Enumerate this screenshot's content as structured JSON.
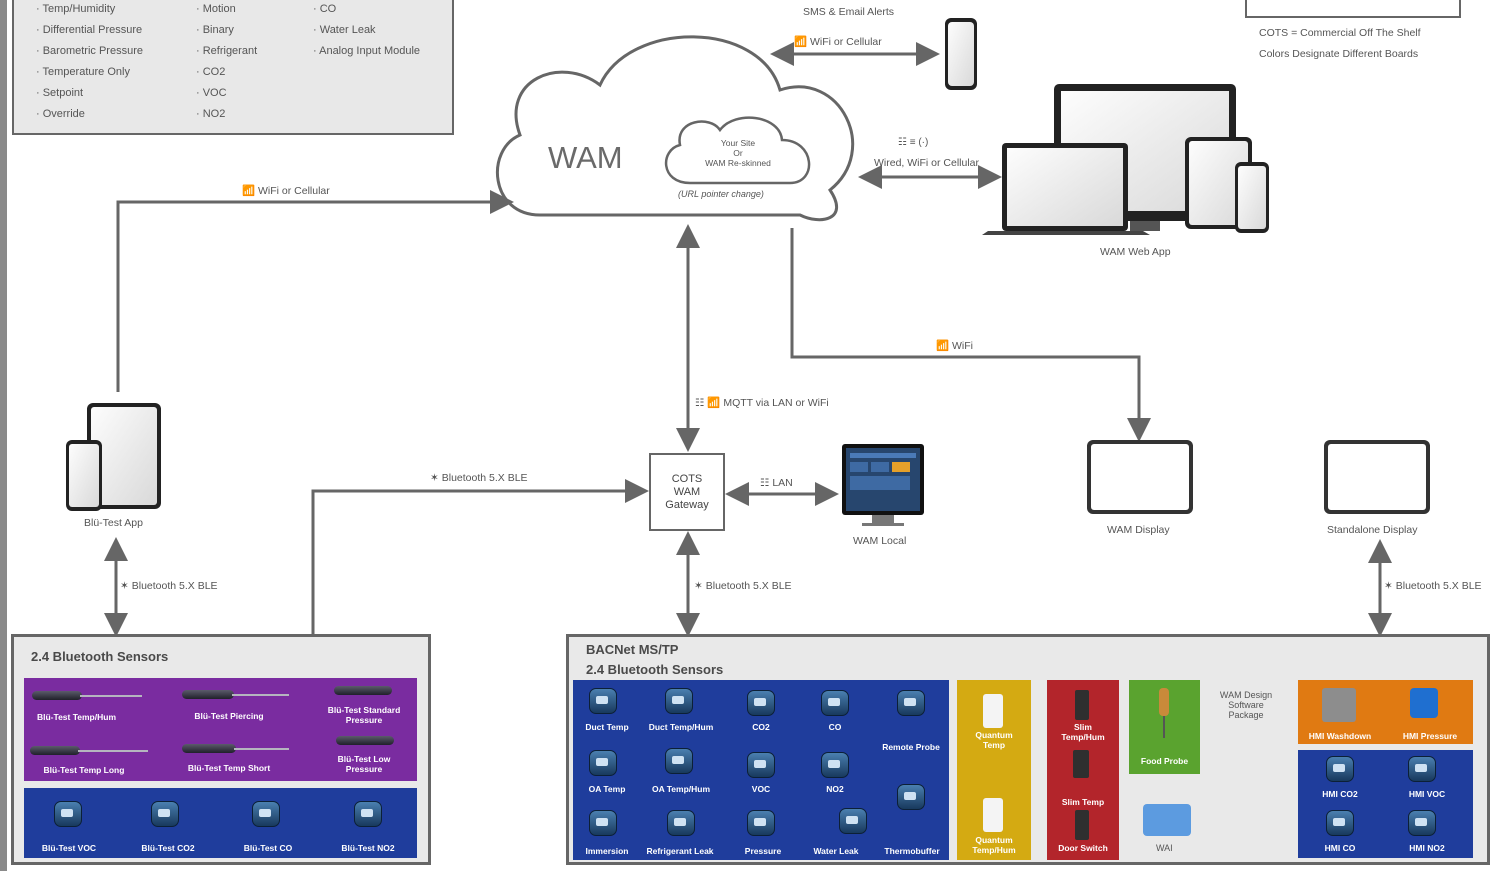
{
  "legend": {
    "col1": [
      "· Temp/Humidity",
      "· Differential Pressure",
      "· Barometric Pressure",
      "· Temperature Only",
      "· Setpoint",
      "· Override"
    ],
    "col2": [
      "· Motion",
      "· Binary",
      "· Refrigerant",
      "· CO2",
      "· VOC",
      "· NO2"
    ],
    "col3": [
      "· CO",
      "· Water Leak",
      "· Analog Input Module"
    ]
  },
  "notes": {
    "cots": "COTS = Commercial Off The Shelf",
    "colors": "Colors Designate Different Boards"
  },
  "cloud": {
    "title": "WAM",
    "inner": "Your Site\nOr\nWAM Re-skinned",
    "sub": "(URL pointer change)"
  },
  "links": {
    "sms": "SMS & Email Alerts",
    "wifi_cell_phone": "WiFi or Cellular",
    "wired": "Wired, WiFi or Cellular",
    "wifi_cell_app": "WiFi or Cellular",
    "wifi_display": "WiFi",
    "mqtt": "MQTT via LAN or WiFi",
    "ble_gateway": "Bluetooth 5.X BLE",
    "lan": "LAN",
    "ble_left": "Bluetooth 5.X BLE",
    "ble_mid": "Bluetooth 5.X BLE",
    "ble_right": "Bluetooth 5.X BLE"
  },
  "nodes": {
    "web_app": "WAM Web App",
    "blu_app": "Blü-Test App",
    "gateway": "COTS\nWAM\nGateway",
    "wam_local": "WAM Local",
    "wam_display": "WAM Display",
    "standalone": "Standalone Display"
  },
  "left_panel": {
    "title": "2.4 Bluetooth Sensors",
    "purple": [
      "Blü-Test Temp/Hum",
      "Blü-Test Piercing",
      "Blü-Test Standard\nPressure",
      "Blü-Test Temp Long",
      "Blü-Test Temp Short",
      "Blü-Test Low\nPressure"
    ],
    "blue": [
      "Blü-Test VOC",
      "Blü-Test CO2",
      "Blü-Test CO",
      "Blü-Test NO2"
    ]
  },
  "right_panel": {
    "title1": "BACNet MS/TP",
    "title2": "2.4 Bluetooth Sensors",
    "blue": [
      "Duct Temp",
      "Duct Temp/Hum",
      "CO2",
      "CO",
      "Remote Probe",
      "OA Temp",
      "OA Temp/Hum",
      "VOC",
      "NO2",
      "Immersion",
      "Refrigerant Leak",
      "Pressure",
      "Water Leak",
      "Thermobuffer"
    ],
    "yellow": [
      "Quantum\nTemp",
      "Quantum\nTemp/Hum"
    ],
    "red": [
      "Slim\nTemp/Hum",
      "Slim Temp",
      "Door Switch"
    ],
    "green": "Food Probe",
    "wai": "WAI",
    "software": "WAM Design\nSoftware\nPackage",
    "orange": [
      "HMI Washdown",
      "HMI Pressure"
    ],
    "hmi_blue": [
      "HMI CO2",
      "HMI VOC",
      "HMI CO",
      "HMI NO2"
    ]
  },
  "colors": {
    "purple": "#7a2ca0",
    "blue": "#1f3d9c",
    "yellow": "#d4aa12",
    "red": "#b3252b",
    "green": "#5aa32f",
    "orange": "#e07a12"
  }
}
